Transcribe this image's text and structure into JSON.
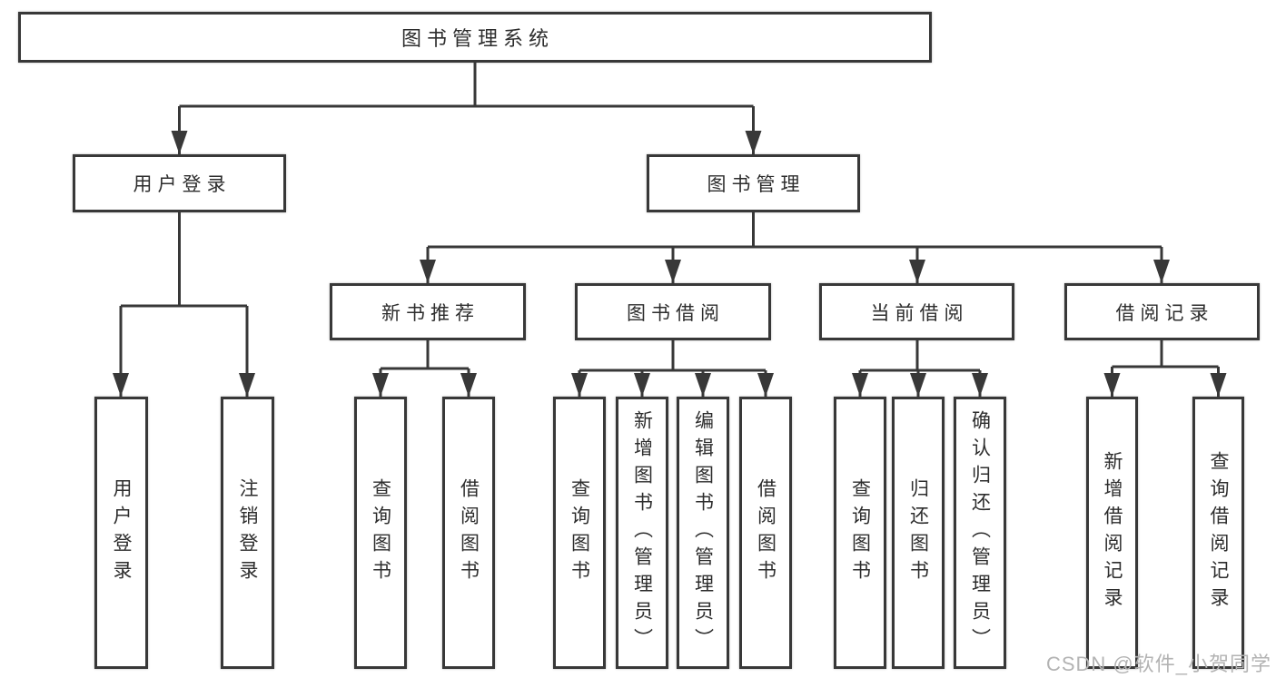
{
  "tree": {
    "root": {
      "label": "图书管理系统"
    },
    "branches": [
      {
        "label": "用户登录",
        "children": [
          "用户登录",
          "注销登录"
        ]
      },
      {
        "label": "图书管理",
        "sections": [
          {
            "label": "新书推荐",
            "children": [
              "查询图书",
              "借阅图书"
            ]
          },
          {
            "label": "图书借阅",
            "children": [
              "查询图书",
              "新增图书（管理员）",
              "编辑图书（管理员）",
              "借阅图书"
            ]
          },
          {
            "label": "当前借阅",
            "children": [
              "查询图书",
              "归还图书",
              "确认归还（管理员）"
            ]
          },
          {
            "label": "借阅记录",
            "children": [
              "新增借阅记录",
              "查询借阅记录"
            ]
          }
        ]
      }
    ]
  },
  "watermark": {
    "text": "CSDN @软件_小贺同学"
  },
  "colors": {
    "line": "#383838",
    "box_border": "#383838",
    "text": "#2d2d2d",
    "watermark": "#b3b3b3",
    "background": "#ffffff"
  }
}
